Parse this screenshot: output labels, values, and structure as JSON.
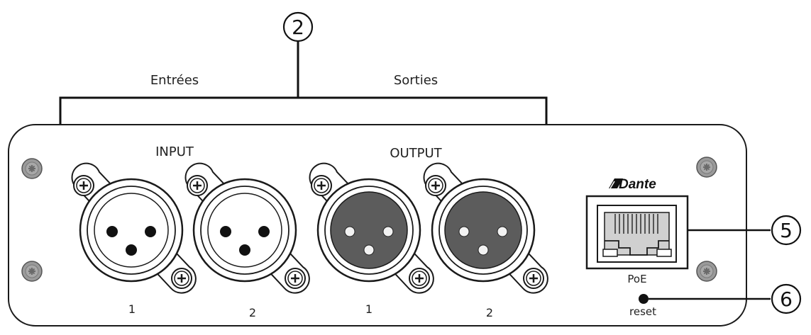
{
  "annotations": {
    "group_inputs": "Entrées",
    "group_outputs": "Sorties",
    "callout_io": "2",
    "callout_network": "5",
    "callout_reset": "6"
  },
  "panel": {
    "input_section": "INPUT",
    "output_section": "OUTPUT",
    "input_channels": [
      "1",
      "2"
    ],
    "output_channels": [
      "1",
      "2"
    ],
    "network_brand": "Dante",
    "network_port_label": "PoE",
    "reset_label": "reset"
  },
  "icons": {
    "screw": "screw-icon",
    "xlr_female": "xlr-female-connector-icon",
    "xlr_male": "xlr-male-connector-icon",
    "ethernet": "ethernet-port-icon",
    "dante_logo": "dante-logo-icon"
  },
  "colors": {
    "panel_stroke": "#1a1a1a",
    "screw_fill": "#9a9a9a",
    "xlr_male_face": "#5c5c5c",
    "pin_dark": "#111111",
    "pin_light": "#f2f2f2"
  }
}
